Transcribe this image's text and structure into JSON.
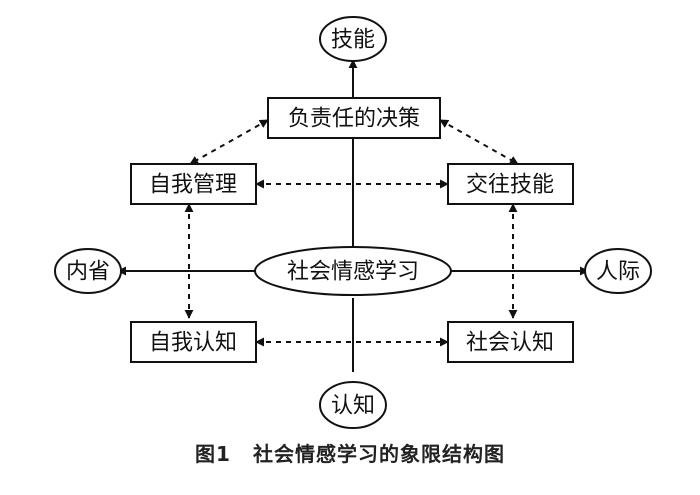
{
  "nodes": {
    "top": "技能",
    "responsible": "负责任的决策",
    "self_management": "自我管理",
    "social_skills": "交往技能",
    "introspection": "内省",
    "center": "社会情感学习",
    "interpersonal": "人际",
    "self_awareness": "自我认知",
    "social_awareness": "社会认知",
    "bottom": "认知"
  },
  "caption": {
    "number": "图1",
    "title": "社会情感学习的象限结构图"
  }
}
